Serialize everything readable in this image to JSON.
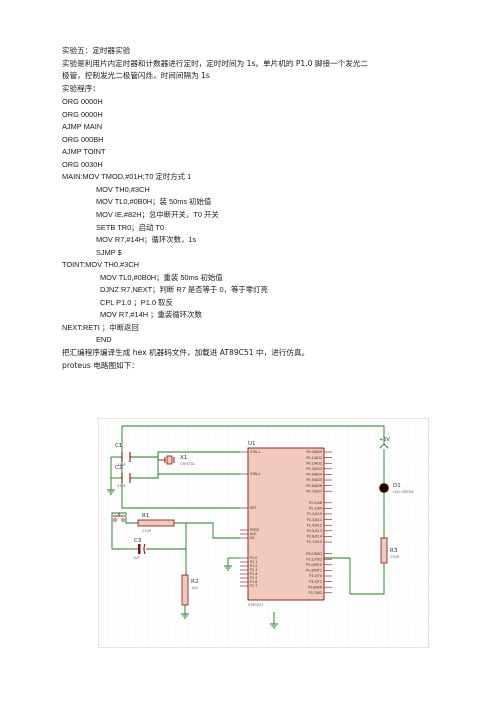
{
  "document": {
    "title": "实验五：定时器实验",
    "intro_1": "实验是利用片内定时器和计数器进行定时，定时时间为 1s。单片机的 P1.0 脚接一个发光二",
    "intro_2": "极管，控制发光二极管闪烁，时间间隔为 1s",
    "program_heading": "实验程序：",
    "code_lines": [
      {
        "text": "ORG 0000H",
        "indent": 0
      },
      {
        "text": "ORG 0000H",
        "indent": 0
      },
      {
        "text": "AJMP MAIN",
        "indent": 0
      },
      {
        "text": "ORG 000BH",
        "indent": 0
      },
      {
        "text": "AJMP TOINT",
        "indent": 0
      },
      {
        "text": "ORG 0030H",
        "indent": 0
      },
      {
        "text": "MAIN:MOV TMOD,#01H;T0 定时方式 1",
        "indent": 0
      },
      {
        "text": "MOV TH0,#3CH",
        "indent": 34
      },
      {
        "text": "MOV TL0,#0B0H；装 50ms 初始值",
        "indent": 34
      },
      {
        "text": "MOV IE,#82H；总中断开关，T0 开关",
        "indent": 34
      },
      {
        "text": "SETB TR0；启动 T0",
        "indent": 34
      },
      {
        "text": "MOV R7,#14H；循环次数，1s",
        "indent": 34
      },
      {
        "text": "SJMP $",
        "indent": 34
      },
      {
        "text": "TOINT:MOV TH0,#3CH",
        "indent": 0
      },
      {
        "text": "MOV TL0,#0B0H；重装 50ms 初始值",
        "indent": 38
      },
      {
        "text": "DJNZ R7,NEXT；判断 R7 是否等于 0，等于零灯亮",
        "indent": 38
      },
      {
        "text": "CPL P1.0 ；P1.0 取反",
        "indent": 38
      },
      {
        "text": "MOV R7,#14H ；重装循环次数",
        "indent": 38
      },
      {
        "text": "NEXT:RETI                 ；中断返回",
        "indent": 0
      },
      {
        "text": "END",
        "indent": 34
      }
    ],
    "summary": "把汇编程序编译生成 hex 机器码文件，加载进 AT89C51 中，进行仿真。",
    "circuit_heading": "proteus 电路图如下："
  },
  "circuit": {
    "c1": {
      "ref": "C1",
      "value": "33pF"
    },
    "c2": {
      "ref": "C2",
      "value": "33pF"
    },
    "x1": {
      "ref": "X1",
      "value": "CRYSTAL"
    },
    "c3": {
      "ref": "C3",
      "value": "1uF"
    },
    "r1": {
      "ref": "R1",
      "value": "220R"
    },
    "r2": {
      "ref": "R2",
      "value": "10k"
    },
    "r3": {
      "ref": "R3",
      "value": "220R"
    },
    "d1": {
      "ref": "D1",
      "value": "LED-GREEN"
    },
    "u1": {
      "ref": "U1",
      "part": "AT89C51"
    },
    "vcc": "+5V",
    "left_pins": [
      "XTAL1",
      "XTAL2",
      "RST",
      "PSEN",
      "ALE",
      "EA",
      "P1.0",
      "P1.1",
      "P1.2",
      "P1.3",
      "P1.4",
      "P1.5",
      "P1.6",
      "P1.7"
    ],
    "right_pins": [
      "P0.0/AD0",
      "P0.1/AD1",
      "P0.2/AD2",
      "P0.3/AD3",
      "P0.4/AD4",
      "P0.5/AD5",
      "P0.6/AD6",
      "P0.7/AD7",
      "P2.0/A8",
      "P2.1/A9",
      "P2.2/A10",
      "P2.3/A11",
      "P2.4/A12",
      "P2.5/A13",
      "P2.6/A14",
      "P2.7/A15",
      "P3.0/RXD",
      "P3.1/TXD",
      "P3.2/INT0",
      "P3.3/INT1",
      "P3.4/T0",
      "P3.5/T1",
      "P3.6/WR",
      "P3.7/RD"
    ],
    "colors": {
      "wire": "#1f7a1f",
      "component": "#7a1414",
      "body": "#f2c9bd",
      "text": "#333333"
    }
  }
}
